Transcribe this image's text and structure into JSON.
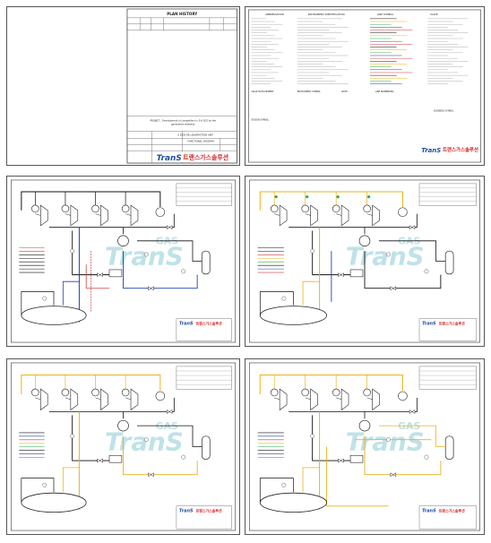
{
  "sheets": [
    {
      "id": "plan-history",
      "title": "PLAN HISTORY",
      "project_line1": "PROJECT : Development of competition in 5-6 SO2 by the",
      "project_line2": "ganerative reliability",
      "drawing_title": "FUNCTIONAL DIAGRAM",
      "title_row": "A 2020 RE LIQUEFACTION UNIT",
      "brand": "TranS",
      "brand_korean": "트랜스가스솔루션"
    },
    {
      "id": "legend",
      "headers": [
        "ABBREVIATION",
        "INSTRUMENT IDENTIFICATION",
        "LINE SYMBOL",
        "VALVE"
      ],
      "sub_headers": [
        "VALVE IN EQUIPMENT",
        "INSTRUMENT SYMBOL",
        "NOTE",
        "LINE NUMBERING",
        "DESIGN SYMBOL",
        "BUSINESS SYMBOL"
      ],
      "brand": "TranS",
      "brand_korean": "트랜스가스솔루션"
    },
    {
      "id": "pid-1",
      "highlight": "#1f3fa8",
      "brand": "TranS",
      "brand_korean": "트랜스가스솔루션",
      "watermark": "GAS"
    },
    {
      "id": "pid-2",
      "highlight": "#e8b21c",
      "brand": "TranS",
      "brand_korean": "트랜스가스솔루션",
      "watermark": "GAS"
    },
    {
      "id": "pid-3",
      "highlight": "#e8b21c",
      "brand": "TranS",
      "brand_korean": "트랜스가스솔루션",
      "watermark": "GAS"
    },
    {
      "id": "pid-4",
      "highlight": "#e8b21c",
      "brand": "TranS",
      "brand_korean": "트랜스가스솔루션",
      "watermark": "GAS"
    }
  ],
  "colors": {
    "brand_blue": "#1e4fa0",
    "brand_red": "#d42b2b",
    "watermark": "#bfe2e8",
    "line_black": "#111111",
    "line_blue": "#1f3fa8",
    "line_yellow": "#e8b21c",
    "line_red": "#d23a3a",
    "line_green": "#2aa84a"
  }
}
